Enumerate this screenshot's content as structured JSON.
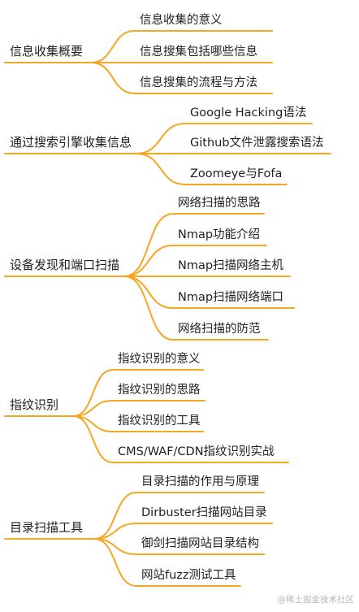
{
  "line_color": "#F5A623",
  "groups": [
    {
      "title": "信息收集概要",
      "items": [
        "信息收集的意义",
        "信息搜集包括哪些信息",
        "信息搜集的流程与方法"
      ]
    },
    {
      "title": "通过搜索引擎收集信息",
      "items": [
        "Google Hacking语法",
        "Github文件泄露搜索语法",
        "Zoomeye与Fofa"
      ]
    },
    {
      "title": "设备发现和端口扫描",
      "items": [
        "网络扫描的思路",
        "Nmap功能介绍",
        "Nmap扫描网络主机",
        "Nmap扫描网络端口",
        "网络扫描的防范"
      ]
    },
    {
      "title": "指纹识别",
      "items": [
        "指纹识别的意义",
        "指纹识别的思路",
        "指纹识别的工具",
        "CMS/WAF/CDN指纹识别实战"
      ]
    },
    {
      "title": "目录扫描工具",
      "items": [
        "目录扫描的作用与原理",
        "Dirbuster扫描网站目录",
        "御剑扫描网站目录结构",
        "网站fuzz测试工具"
      ]
    }
  ],
  "watermark": "@稀土掘金技术社区"
}
